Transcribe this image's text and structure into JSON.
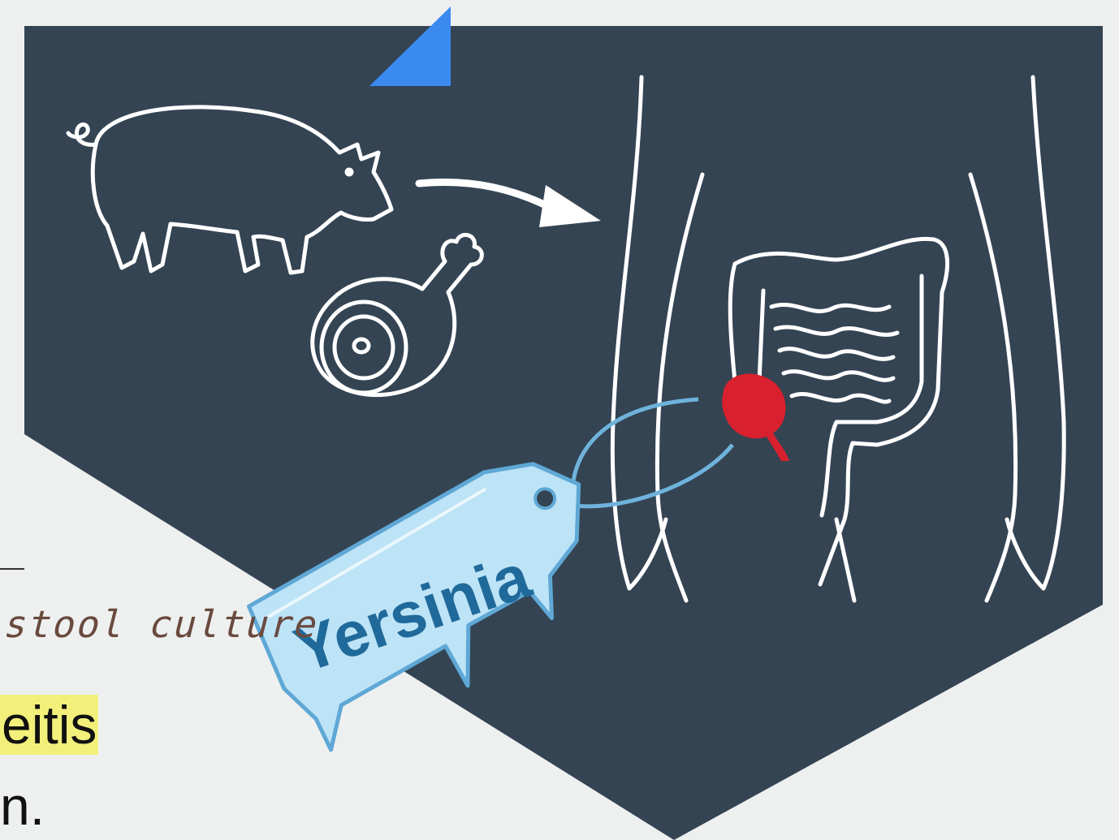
{
  "tag": {
    "label": "Yersinia"
  },
  "annotation": {
    "handwritten_note": "stool culture"
  },
  "text_lines": [
    {
      "text": "eitis",
      "highlighted": true
    },
    {
      "text": "n.",
      "highlighted": false
    }
  ],
  "icons": [
    "pig-icon",
    "ham-icon",
    "arrow-right-icon",
    "intestines-icon",
    "play-marker-icon"
  ],
  "colors": {
    "panel": "#344453",
    "outline": "#ffffff",
    "infection": "#d8202e",
    "tag": "#bde3f6",
    "tag_text": "#1f6a9a",
    "marker": "#3b8af0",
    "highlight": "#f2f07a",
    "ink": "#6a4a3e"
  }
}
